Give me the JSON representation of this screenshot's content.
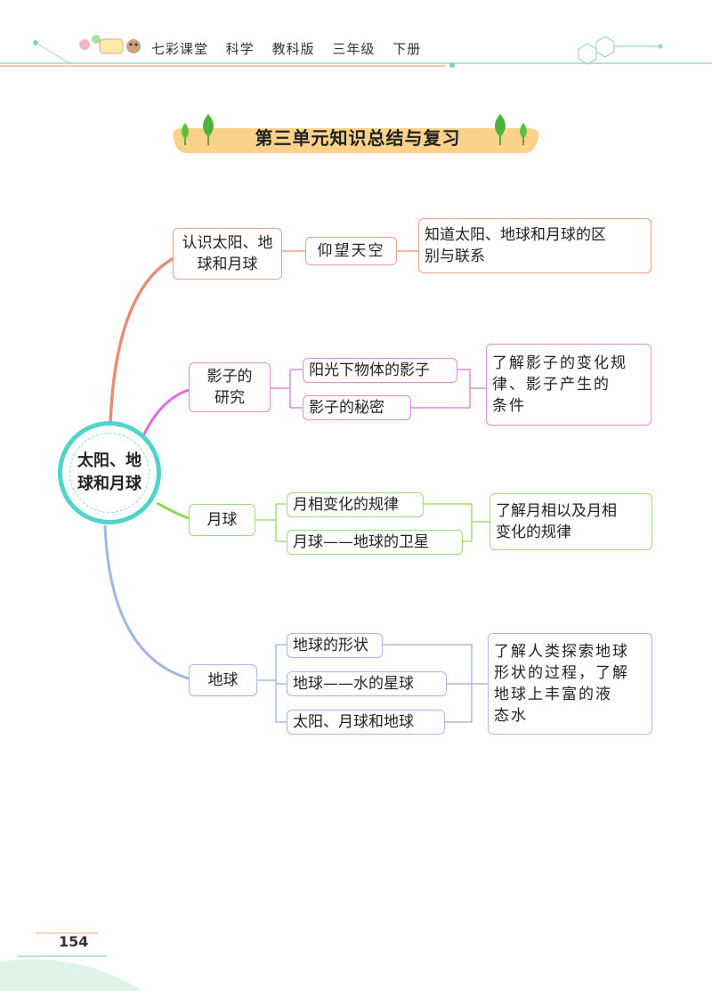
{
  "header": {
    "series": "七彩课堂",
    "subject": "科学",
    "edition": "教科版",
    "grade": "三年级",
    "volume": "下册"
  },
  "title": "第三单元知识总结与复习",
  "center": {
    "line1": "太阳、地",
    "line2": "球和月球"
  },
  "branches": {
    "b1": {
      "label_line1": "认识太阳、地",
      "label_line2": "球和月球",
      "topic": "仰望天空",
      "summary_line1": "知道太阳、地球和月球的区",
      "summary_line2": "别与联系"
    },
    "b2": {
      "label_line1": "影子的",
      "label_line2": "研究",
      "topic1": "阳光下物体的影子",
      "topic2": "影子的秘密",
      "summary_line1": "了解影子的变化规",
      "summary_line2": "律、影子产生的",
      "summary_line3": "条件"
    },
    "b3": {
      "label": "月球",
      "topic1": "月相变化的规律",
      "topic2": "月球——地球的卫星",
      "summary_line1": "了解月相以及月相",
      "summary_line2": "变化的规律"
    },
    "b4": {
      "label": "地球",
      "topic1": "地球的形状",
      "topic2": "地球——水的星球",
      "topic3": "太阳、月球和地球",
      "summary_line1": "了解人类探索地球",
      "summary_line2": "形状的过程，了解",
      "summary_line3": "地球上丰富的液",
      "summary_line4": "态水"
    }
  },
  "page_number": "154",
  "colors": {
    "branch1": "#e98c78",
    "branch2": "#e36ad9",
    "branch3": "#8ed65a",
    "branch4": "#9fb6e0",
    "center_ring": "#4fd3cb",
    "title_banner": "#fbd28a"
  }
}
